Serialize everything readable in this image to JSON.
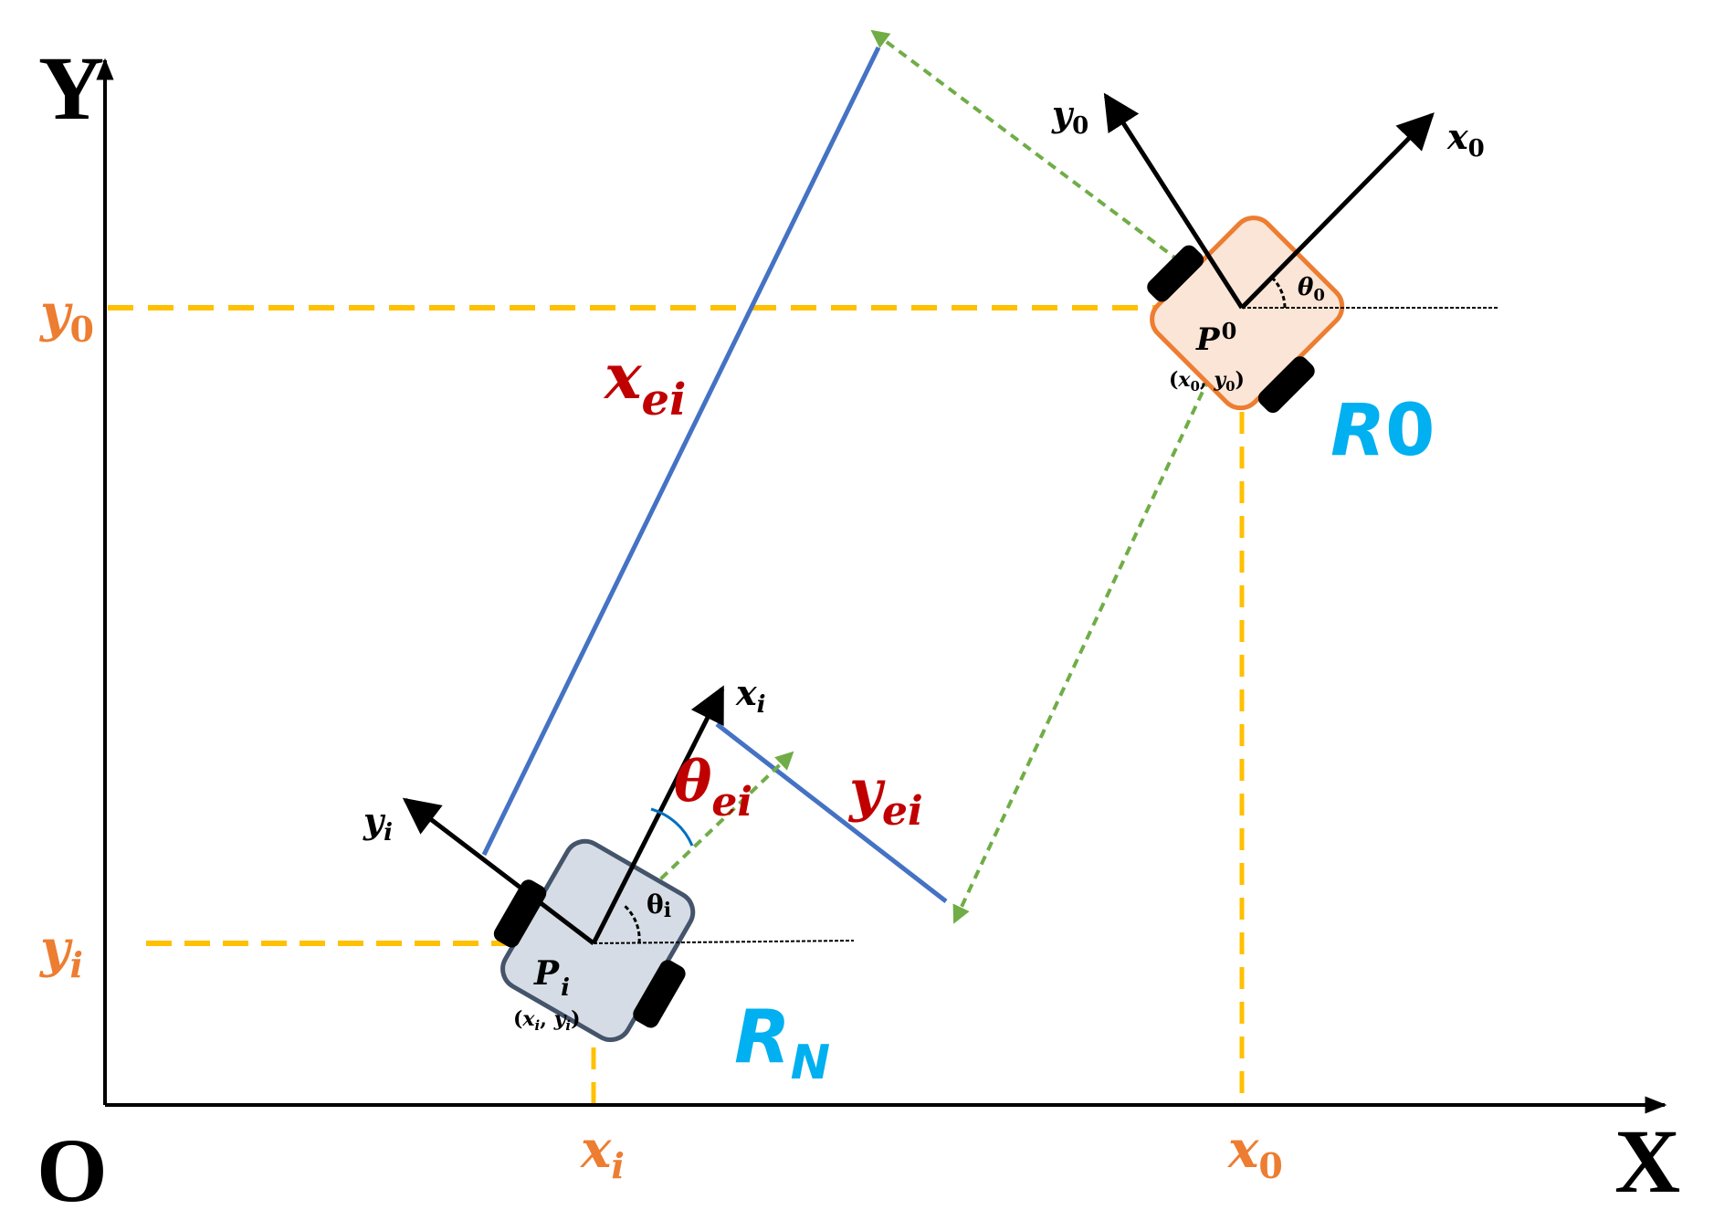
{
  "colors": {
    "axis": "#000000",
    "coordinate_dash": "#FFC000",
    "coordinate_label": "#ED7D31",
    "blue_line": "#4472C4",
    "green_dash": "#70AD47",
    "error_label": "#C00000",
    "robot_name": "#00B0F0",
    "leader_fill": "#FBE5D6",
    "leader_stroke": "#ED7D31",
    "follower_fill": "#D6DCE5",
    "follower_stroke": "#44546A",
    "wheel": "#000000"
  },
  "axes": {
    "origin": "O",
    "x": "X",
    "y": "Y"
  },
  "coordinate_labels": {
    "y0": {
      "base": "y",
      "sub": "0"
    },
    "yi": {
      "base": "y",
      "sub": "i"
    },
    "xi": {
      "base": "x",
      "sub": "i"
    },
    "x0": {
      "base": "x",
      "sub": "0"
    }
  },
  "leader_robot": {
    "name": {
      "base": "R",
      "sub": "0"
    },
    "point": {
      "base": "P",
      "sub": "0"
    },
    "coords": {
      "open": "(",
      "x": "x",
      "x_sub": "0",
      "sep": ", ",
      "y": "y",
      "y_sub": "0",
      "close": ")"
    },
    "axis_x": {
      "base": "x",
      "sub": "0"
    },
    "axis_y": {
      "base": "y",
      "sub": "0"
    },
    "heading": {
      "base": "θ",
      "sub": "0"
    }
  },
  "follower_robot": {
    "name": {
      "base": "R",
      "sub": "N"
    },
    "point": {
      "base": "P",
      "sub": "i"
    },
    "coords": {
      "open": "(",
      "x": "x",
      "x_sub": "i",
      "sep": ", ",
      "y": "y",
      "y_sub": "i",
      "close": ")"
    },
    "axis_x": {
      "base": "x",
      "sub": "i"
    },
    "axis_y": {
      "base": "y",
      "sub": "i"
    },
    "heading": {
      "base": "θ",
      "sub": "i"
    }
  },
  "errors": {
    "x_error": {
      "base": "x",
      "sub": "ei"
    },
    "y_error": {
      "base": "y",
      "sub": "ei"
    },
    "theta_error": {
      "base": "θ",
      "sub": "ei"
    }
  }
}
